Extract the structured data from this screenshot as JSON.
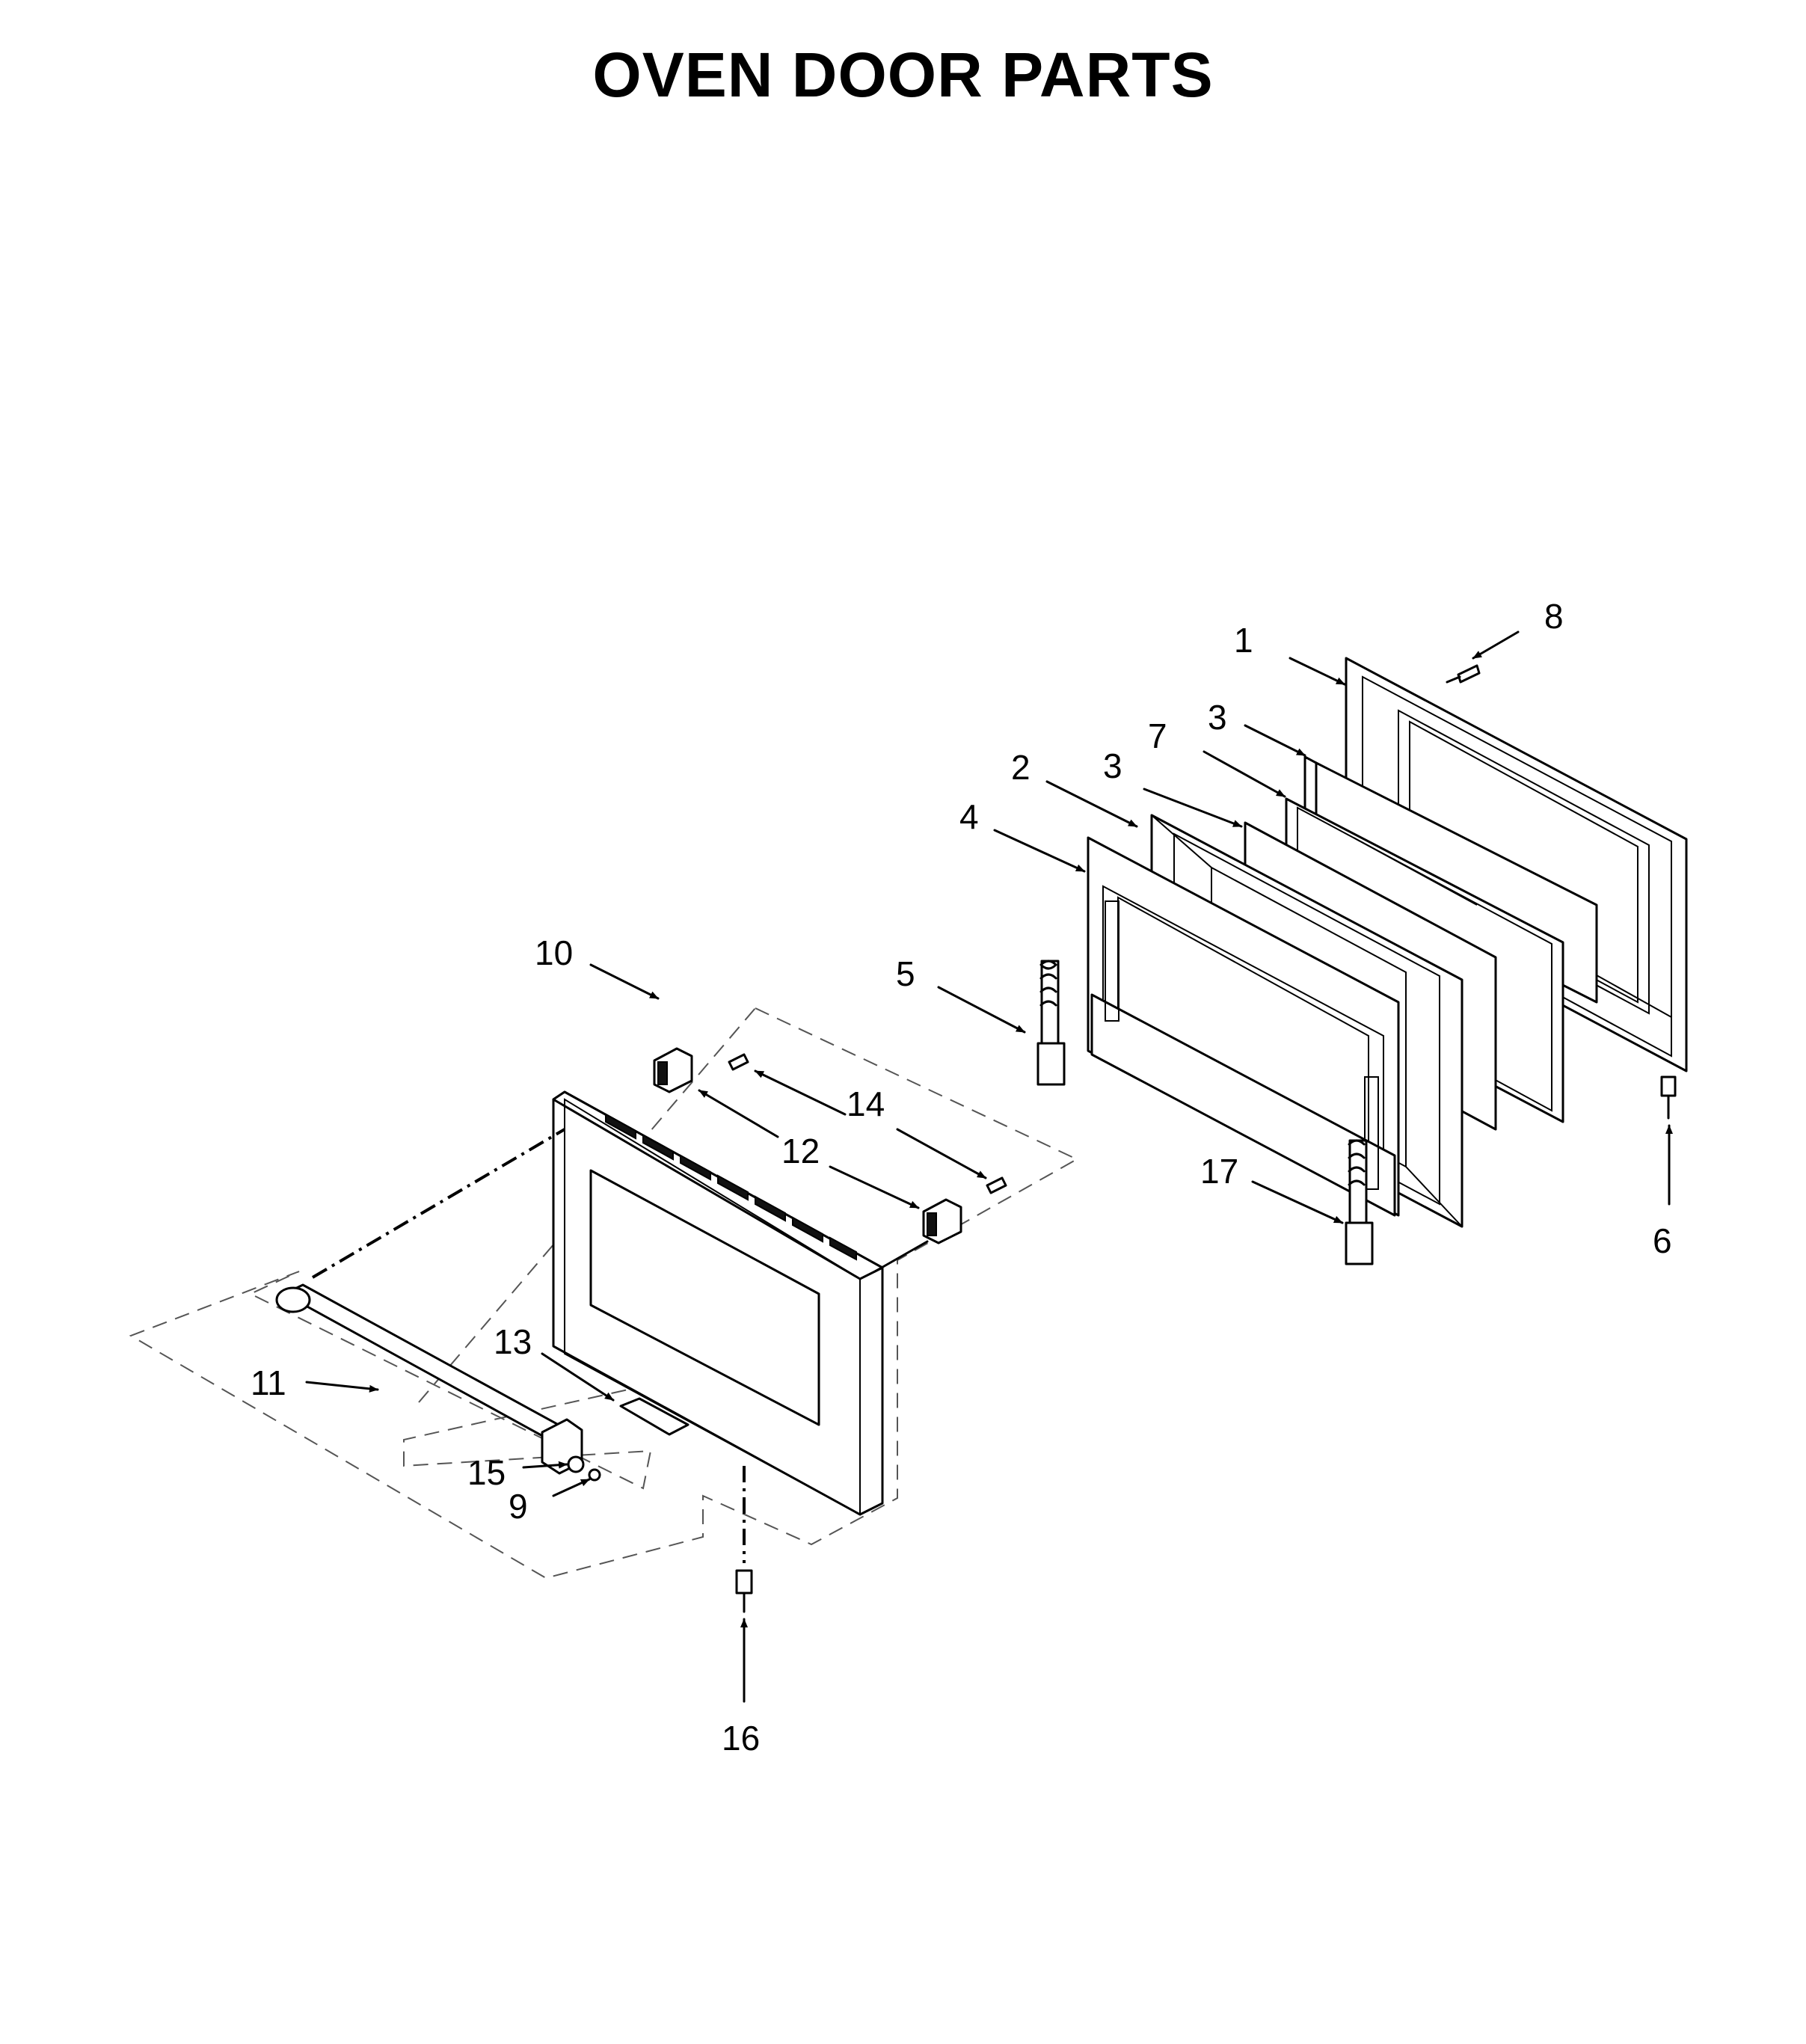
{
  "diagram": {
    "title": "OVEN DOOR PARTS",
    "callouts": [
      {
        "id": "c1",
        "label": "1"
      },
      {
        "id": "c2",
        "label": "2"
      },
      {
        "id": "c3a",
        "label": "3"
      },
      {
        "id": "c3b",
        "label": "3"
      },
      {
        "id": "c4",
        "label": "4"
      },
      {
        "id": "c5",
        "label": "5"
      },
      {
        "id": "c6",
        "label": "6"
      },
      {
        "id": "c7",
        "label": "7"
      },
      {
        "id": "c8",
        "label": "8"
      },
      {
        "id": "c9",
        "label": "9"
      },
      {
        "id": "c10",
        "label": "10"
      },
      {
        "id": "c11",
        "label": "11"
      },
      {
        "id": "c12",
        "label": "12"
      },
      {
        "id": "c13",
        "label": "13"
      },
      {
        "id": "c14",
        "label": "14"
      },
      {
        "id": "c15",
        "label": "15"
      },
      {
        "id": "c16",
        "label": "16"
      },
      {
        "id": "c17",
        "label": "17"
      }
    ]
  }
}
